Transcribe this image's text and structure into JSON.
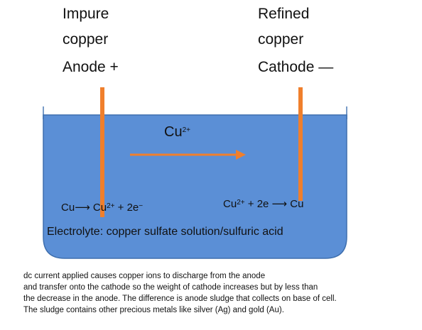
{
  "anode": {
    "line1": "Impure",
    "line2": "copper",
    "line3": "Anode +"
  },
  "cathode": {
    "line1": "Refined",
    "line2": "copper",
    "line3": "Cathode —"
  },
  "ion": {
    "base": "Cu",
    "charge": "2+"
  },
  "anode_reaction": {
    "reactant": "Cu",
    "arrow": "⟶",
    "product_base": "Cu",
    "product_charge": "2+",
    "rest": " + 2e",
    "electron_sign": "−"
  },
  "cathode_reaction": {
    "reactant_base": "Cu",
    "reactant_charge": "2+",
    "rest": " + 2e",
    "arrow": "⟶",
    "product": "Cu"
  },
  "electrolyte": "Electrolyte: copper sulfate solution/sulfuric acid",
  "caption": [
    "dc current applied causes copper ions to discharge from the anode",
    "and transfer onto the cathode so the weight of cathode increases but by less than",
    "the decrease in the anode.  The difference is anode sludge that collects on base of cell.",
    "The sludge contains other precious metals like silver (Ag) and gold (Au)."
  ],
  "colors": {
    "electrolyte_fill": "#5b8fd6",
    "tank_outline": "#3e6fae",
    "electrode": "#f07f2c",
    "arrow": "#f07f2c"
  }
}
